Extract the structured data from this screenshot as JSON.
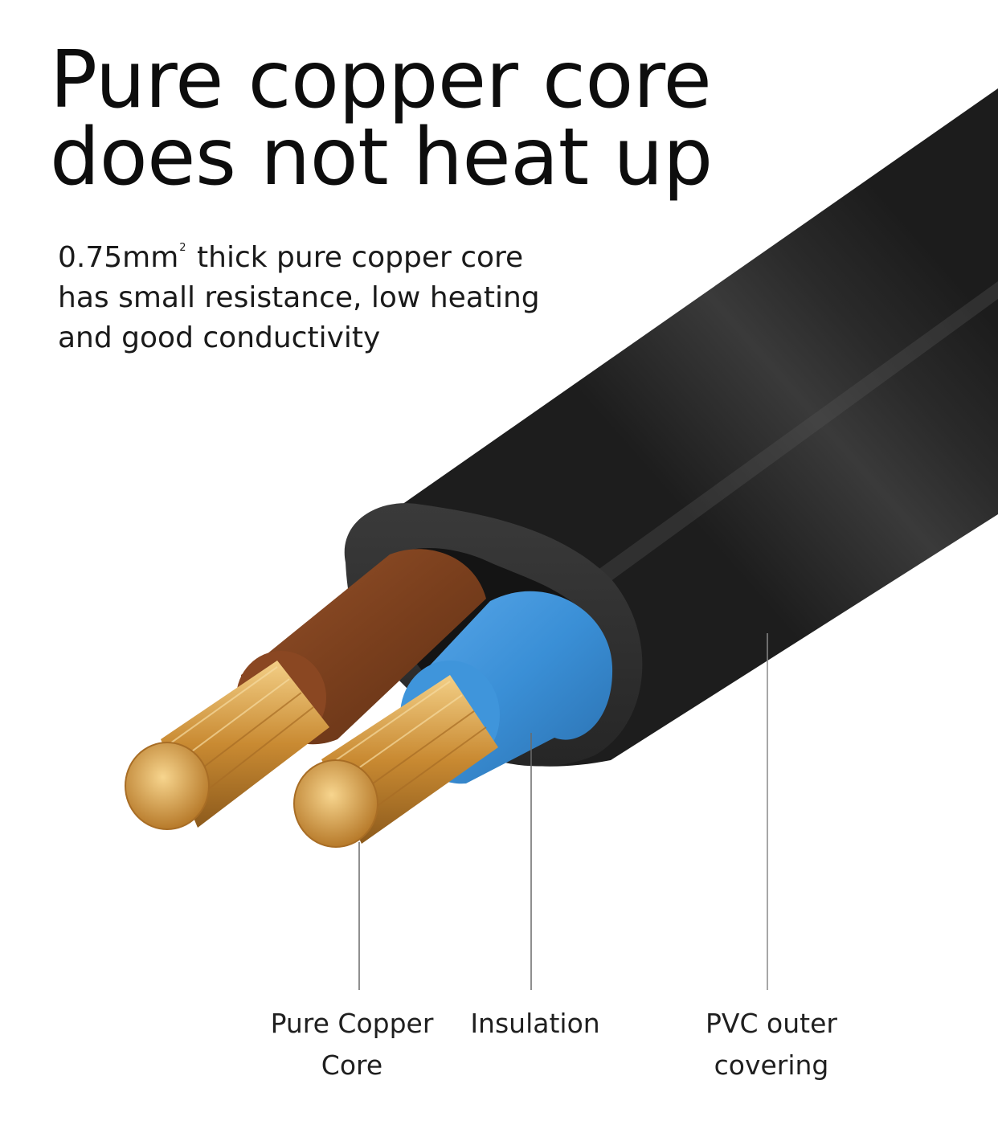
{
  "headline": {
    "line1": "Pure copper core",
    "line2": "does not heat up"
  },
  "description": {
    "line1_prefix": "0.75mm",
    "line1_superscript": "2",
    "line1_suffix": " thick pure copper core",
    "line2": "has small resistance, low heating",
    "line3": "and good conductivity"
  },
  "labels": {
    "copper_core": {
      "line1": "Pure Copper",
      "line2": "Core"
    },
    "insulation": {
      "line1": "Insulation"
    },
    "pvc_covering": {
      "line1": "PVC outer",
      "line2": "covering"
    }
  },
  "colors": {
    "jacket": "#2a2a2a",
    "brown_insulation": "#7a3f1d",
    "blue_insulation": "#3a8fd6",
    "copper": "#d69a3a",
    "leader_line": "#6a6a6a"
  }
}
